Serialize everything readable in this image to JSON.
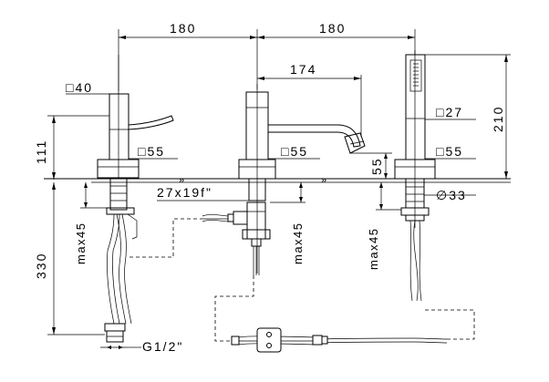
{
  "dimensions": {
    "width_left": "180",
    "width_right": "180",
    "spout_reach": "174",
    "mixer_square_top": "□40",
    "mixer_base_square": "□55",
    "spout_base_square": "□55",
    "shower_base_square": "□55",
    "shower_handle_square": "□27",
    "height_mixer": "111",
    "height_spout_outlet": "55",
    "height_shower": "210",
    "total_height": "330",
    "max_left": "max45",
    "max_middle": "max45",
    "max_right": "max45",
    "thread_connector": "27x19f\"",
    "shower_diameter": "∅33",
    "inlet_thread": "G1/2\""
  }
}
